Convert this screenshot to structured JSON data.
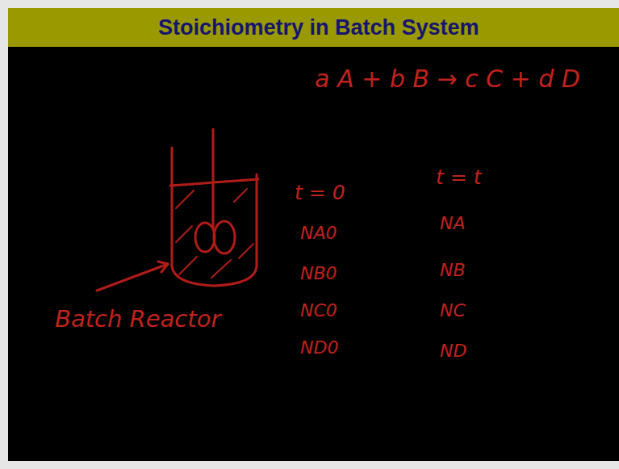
{
  "diagram": {
    "title": "Stoichiometry in Batch System",
    "labels": [
      "a A + b B → c C + d D",
      "Batch Reactor",
      "t = 0",
      "NA0",
      "NB0",
      "NC0",
      "ND0",
      "t = t",
      "NA",
      "NB",
      "NC",
      "ND"
    ]
  }
}
